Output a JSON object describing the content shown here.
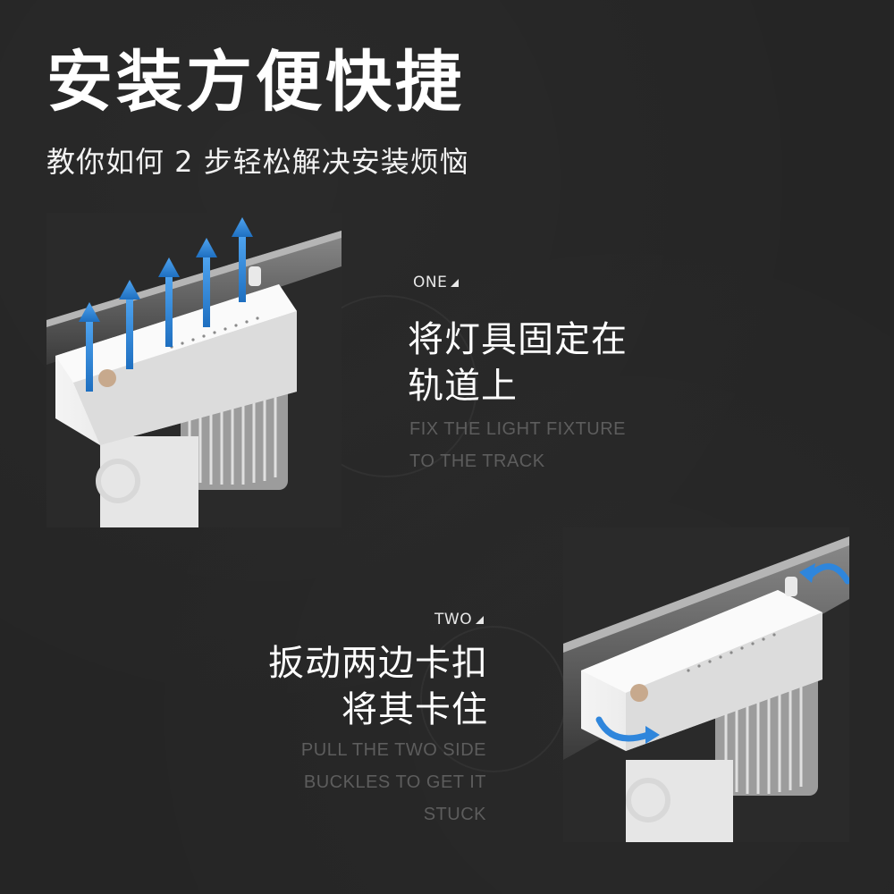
{
  "header": {
    "title": "安装方便快捷",
    "subtitle": "教你如何 2 步轻松解决安装烦恼"
  },
  "steps": [
    {
      "label": "ONE",
      "heading_lines": [
        "将灯具固定在",
        "轨道上"
      ],
      "english_lines": [
        "FIX THE LIGHT FIXTURE",
        "TO THE TRACK"
      ]
    },
    {
      "label": "TWO",
      "heading_lines": [
        "扳动两边卡扣",
        "将其卡住"
      ],
      "english_lines": [
        "PULL THE TWO SIDE",
        "BUCKLES TO GET IT",
        "STUCK"
      ]
    }
  ],
  "colors": {
    "background": "#252525",
    "arrow_blue": "#2f86dc",
    "heading": "#ffffff",
    "english_text": "#5d5d5d"
  },
  "icons": {
    "step_marker": "triangle-marker-icon",
    "upward_arrows": "arrow-up-icon",
    "rotation_arrows": "curved-arrow-icon"
  }
}
